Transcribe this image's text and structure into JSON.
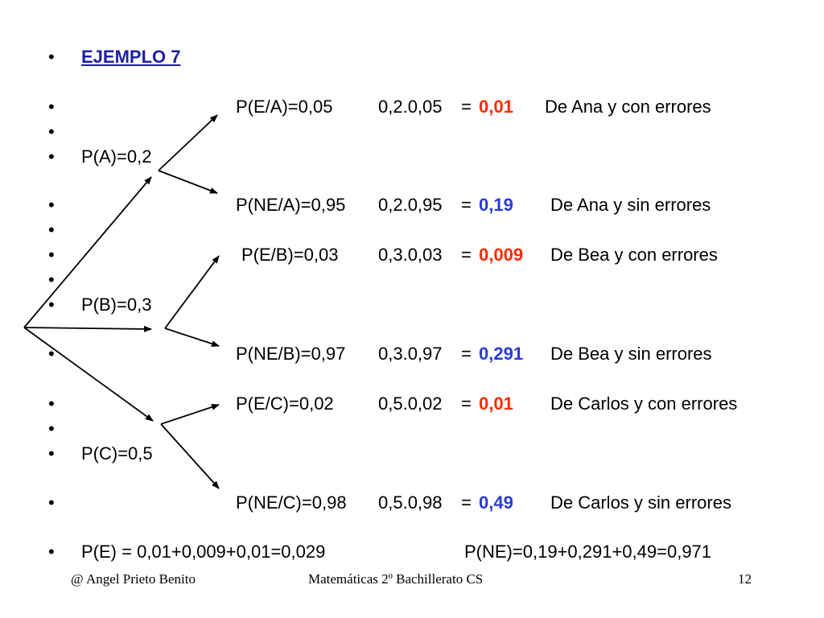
{
  "title": "EJEMPLO 7",
  "bullet_char": "•",
  "roots": [
    {
      "label": "P(A)=0,2"
    },
    {
      "label": "P(B)=0,3"
    },
    {
      "label": "P(C)=0,5"
    }
  ],
  "branches": [
    {
      "cond": "P(E/A)=0,05",
      "calc": "0,2.0,05",
      "eq": "=",
      "result": "0,01",
      "result_color": "red",
      "desc": "De Ana y con errores"
    },
    {
      "cond": "P(NE/A)=0,95",
      "calc": "0,2.0,95",
      "eq": "=",
      "result": "0,19",
      "result_color": "blue",
      "desc": "De Ana y sin errores"
    },
    {
      "cond": "P(E/B)=0,03",
      "calc": "0,3.0,03",
      "eq": "=",
      "result": "0,009",
      "result_color": "red",
      "desc": "De Bea y con errores"
    },
    {
      "cond": "P(NE/B)=0,97",
      "calc": "0,3.0,97",
      "eq": "=",
      "result": "0,291",
      "result_color": "blue",
      "desc": "De Bea y sin errores"
    },
    {
      "cond": "P(E/C)=0,02",
      "calc": "0,5.0,02",
      "eq": "=",
      "result": "0,01",
      "result_color": "red",
      "desc": "De Carlos y con errores"
    },
    {
      "cond": "P(NE/C)=0,98",
      "calc": "0,5.0,98",
      "eq": "=",
      "result": "0,49",
      "result_color": "blue",
      "desc": "De Carlos y sin errores"
    }
  ],
  "totals": {
    "pe": "P(E) = 0,01+0,009+0,01=0,029",
    "pne": "P(NE)=0,19+0,291+0,49=0,971"
  },
  "footer": {
    "author": "@  Angel Prieto Benito",
    "course": "Matemáticas  2º Bachillerato CS",
    "page": "12"
  },
  "colors": {
    "title": "#1f1fa0",
    "red": "#ff2a00",
    "blue": "#2a3bd6"
  }
}
